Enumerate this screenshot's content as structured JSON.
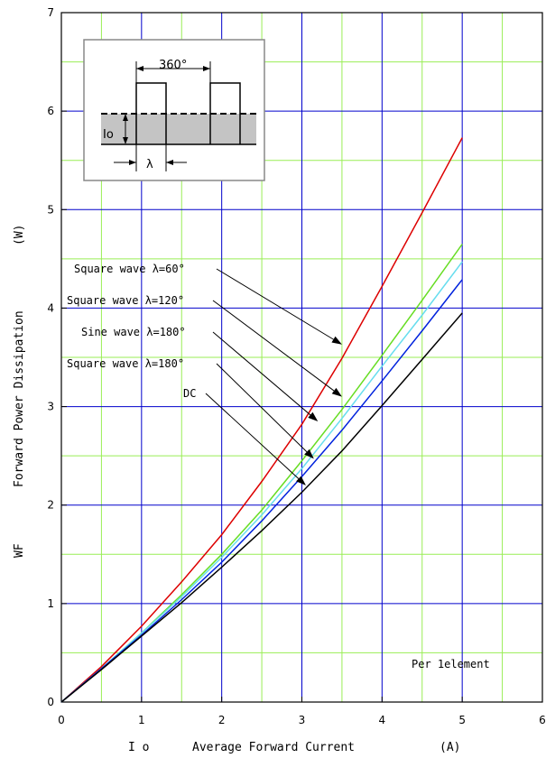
{
  "chart_data": {
    "type": "line",
    "xlabel_symbol": "I o",
    "xlabel": "Average Forward Current",
    "xlabel_unit": "(A)",
    "ylabel_symbol": "WF",
    "ylabel": "Forward Power Dissipation",
    "ylabel_unit": "(W)",
    "xlim": [
      0,
      6
    ],
    "ylim": [
      0,
      7
    ],
    "x_ticks": [
      "0",
      "1",
      "2",
      "3",
      "4",
      "5",
      "6"
    ],
    "y_ticks": [
      "0",
      "1",
      "2",
      "3",
      "4",
      "5",
      "6",
      "7"
    ],
    "major_grid_color": "#0000cc",
    "minor_grid_color": "#99ee55",
    "note": "Per 1element",
    "series": [
      {
        "name": "Square wave λ=60°",
        "color": "#dd0000",
        "x": [
          0,
          0.5,
          1,
          1.5,
          2,
          2.5,
          3,
          3.5,
          4,
          4.5,
          5
        ],
        "y": [
          0,
          0.36,
          0.77,
          1.22,
          1.7,
          2.24,
          2.82,
          3.49,
          4.22,
          4.97,
          5.73
        ]
      },
      {
        "name": "Square wave λ=120°",
        "color": "#66dd22",
        "x": [
          0,
          0.5,
          1,
          1.5,
          2,
          2.5,
          3,
          3.5,
          4,
          4.5,
          5
        ],
        "y": [
          0,
          0.34,
          0.7,
          1.09,
          1.5,
          1.95,
          2.45,
          2.97,
          3.52,
          4.08,
          4.65
        ]
      },
      {
        "name": "Sine wave λ=180°",
        "color": "#66ddee",
        "x": [
          0,
          0.5,
          1,
          1.5,
          2,
          2.5,
          3,
          3.5,
          4,
          4.5,
          5
        ],
        "y": [
          0,
          0.34,
          0.7,
          1.07,
          1.47,
          1.9,
          2.37,
          2.88,
          3.41,
          3.93,
          4.47
        ]
      },
      {
        "name": "Square wave λ=180°",
        "color": "#0022dd",
        "x": [
          0,
          0.5,
          1,
          1.5,
          2,
          2.5,
          3,
          3.5,
          4,
          4.5,
          5
        ],
        "y": [
          0,
          0.34,
          0.68,
          1.04,
          1.42,
          1.84,
          2.29,
          2.76,
          3.26,
          3.77,
          4.29
        ]
      },
      {
        "name": "DC",
        "color": "#000000",
        "x": [
          0,
          0.5,
          1,
          1.5,
          2,
          2.5,
          3,
          3.5,
          4,
          4.5,
          5
        ],
        "y": [
          0,
          0.33,
          0.67,
          1.01,
          1.37,
          1.74,
          2.13,
          2.55,
          3.01,
          3.48,
          3.95
        ]
      }
    ],
    "annotations": [
      {
        "label": "Square wave  λ=60°",
        "target": [
          3.5,
          3.63
        ]
      },
      {
        "label": "Square wave  λ=120°",
        "target": [
          3.5,
          3.1
        ]
      },
      {
        "label": "Sine wave  λ=180°",
        "target": [
          3.2,
          2.85
        ]
      },
      {
        "label": "Square wave  λ=180°",
        "target": [
          3.15,
          2.47
        ]
      },
      {
        "label": "DC",
        "target": [
          3.05,
          2.2
        ]
      }
    ],
    "inset": {
      "period_label": "360°",
      "level_label": "Io",
      "width_label": "λ"
    }
  }
}
